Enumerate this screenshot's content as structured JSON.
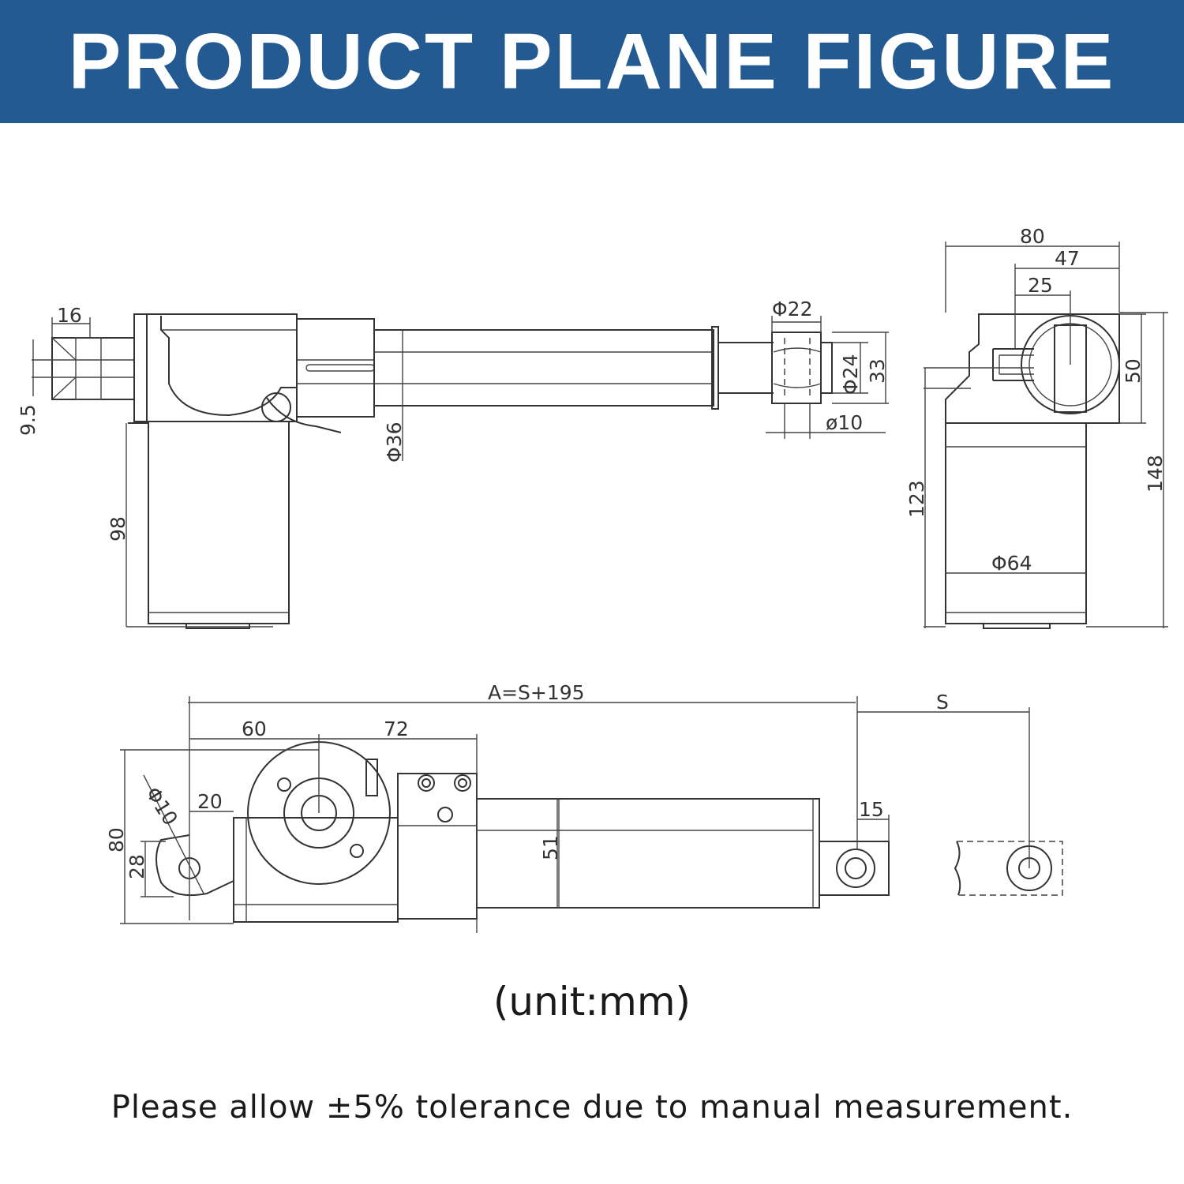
{
  "header": {
    "title": "PRODUCT PLANE FIGURE",
    "background": "#245a92"
  },
  "side_view": {
    "dims": {
      "d16": "16",
      "d9_5": "9.5",
      "d98": "98",
      "phi36": "Φ36",
      "phi22": "Φ22",
      "phi24": "Φ24",
      "d33": "33",
      "phi10": "ø10"
    }
  },
  "end_view": {
    "dims": {
      "d80": "80",
      "d47": "47",
      "d25": "25",
      "d50": "50",
      "d148": "148",
      "d123": "123",
      "phi64": "Φ64"
    }
  },
  "top_view": {
    "dims": {
      "formula": "A=S+195",
      "s": "S",
      "d60": "60",
      "d72": "72",
      "d20": "20",
      "phi10": "Φ10",
      "d80": "80",
      "d28": "28",
      "d51": "51",
      "d15": "15"
    }
  },
  "unit_label": "(unit:mm)",
  "tolerance_note": "Please allow ±5% tolerance due to manual measurement."
}
